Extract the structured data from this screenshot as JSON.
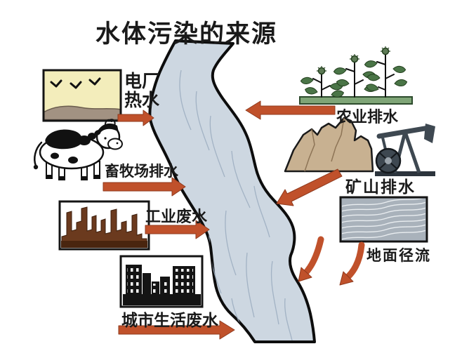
{
  "title": "水体污染的来源",
  "labels": {
    "power_line1": "电厂",
    "power_line2": "热水",
    "livestock": "畜牧场排水",
    "industry": "工业废水",
    "city": "城市生活废水",
    "agriculture": "农业排水",
    "mine": "矿山排水",
    "runoff": "地面径流"
  },
  "colors": {
    "arrow_red": "#c0512b",
    "river_blue": "#cdd7e1",
    "sky_yellow": "#f3edbb",
    "mountain_tan": "#c8b191",
    "crop_green": "#4a7547",
    "factory_brown": "#6b3a1e",
    "runoff_gray": "#a9b2bb",
    "text": "#1a1a1a",
    "background": "#ffffff"
  }
}
